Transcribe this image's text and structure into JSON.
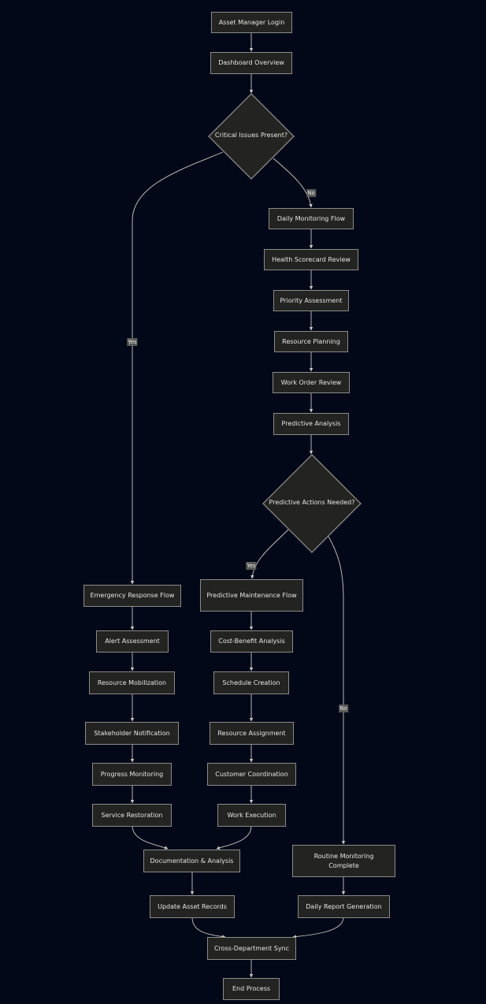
{
  "nodes": {
    "login": "Asset Manager Login",
    "dashboard": "Dashboard Overview",
    "critical": "Critical Issues Present?",
    "daily": "Daily Monitoring Flow",
    "health": "Health Scorecard Review",
    "priority": "Priority Assessment",
    "resource_planning": "Resource Planning",
    "work_order": "Work Order Review",
    "predictive_analysis": "Predictive Analysis",
    "predictive_needed": "Predictive Actions Needed?",
    "emergency": "Emergency Response Flow",
    "predictive_maint": "Predictive Maintenance Flow",
    "alert": "Alert Assessment",
    "cost_benefit": "Cost-Benefit Analysis",
    "mobilization": "Resource Mobilization",
    "schedule": "Schedule Creation",
    "stakeholder": "Stakeholder Notification",
    "assignment": "Resource Assignment",
    "progress": "Progress Monitoring",
    "customer": "Customer Coordination",
    "restoration": "Service Restoration",
    "execution": "Work Execution",
    "documentation": "Documentation & Analysis",
    "routine": "Routine Monitoring Complete",
    "update_records": "Update Asset Records",
    "daily_report": "Daily Report Generation",
    "sync": "Cross-Department Sync",
    "end": "End Process"
  },
  "edge_labels": {
    "critical_no": "No",
    "critical_yes": "Yes",
    "predictive_yes": "Yes",
    "predictive_no": "No"
  },
  "colors": {
    "background": "#030818",
    "node_fill": "#232321",
    "node_border": "#8a8a88",
    "edge": "#c8c8c4",
    "label_bg": "#5a5a58",
    "text": "#e6e6e2"
  }
}
